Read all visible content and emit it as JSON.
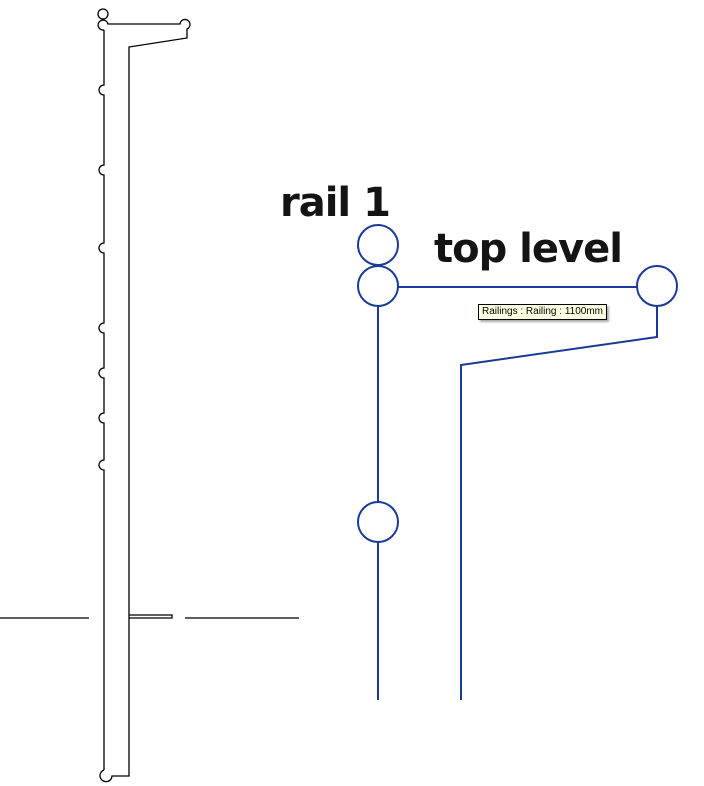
{
  "annotations": {
    "rail_label": "rail 1",
    "top_level_label": "top level"
  },
  "tooltip": {
    "text": "Railings : Railing : 1100mm"
  },
  "colors": {
    "section_line": "#000000",
    "selected_rail": "#1a3a9a",
    "selected_rail_highlight": "#7d9be0",
    "tooltip_bg": "#ffffe1"
  }
}
